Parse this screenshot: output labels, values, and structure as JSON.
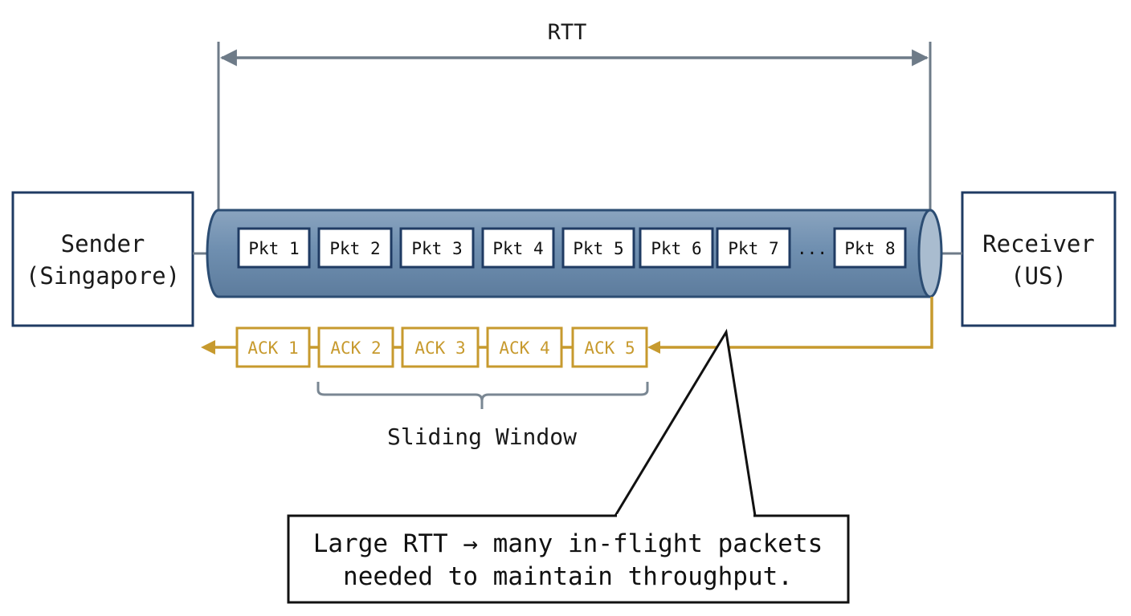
{
  "rtt": {
    "label": "RTT"
  },
  "sender": {
    "line1": "Sender",
    "line2": "(Singapore)"
  },
  "receiver": {
    "line1": "Receiver",
    "line2": "(US)"
  },
  "packets": [
    "Pkt 1",
    "Pkt 2",
    "Pkt 3",
    "Pkt 4",
    "Pkt 5",
    "Pkt 6",
    "Pkt 7",
    "Pkt 8"
  ],
  "ellipsis": "...",
  "acks": [
    "ACK 1",
    "ACK 2",
    "ACK 3",
    "ACK 4",
    "ACK 5"
  ],
  "window": {
    "label": "Sliding Window"
  },
  "callout": {
    "line1": "Large RTT → many in-flight packets",
    "line2": "needed to maintain throughput."
  },
  "colors": {
    "node_border": "#1f3b63",
    "pipe_fill": "#6f8fb0",
    "pipe_stroke": "#2c4d73",
    "pipe_end": "#a9bccf",
    "ack": "#c79a2e",
    "rtt_line": "#6e7b88",
    "bracket": "#7a8793",
    "callout_border": "#111111"
  }
}
